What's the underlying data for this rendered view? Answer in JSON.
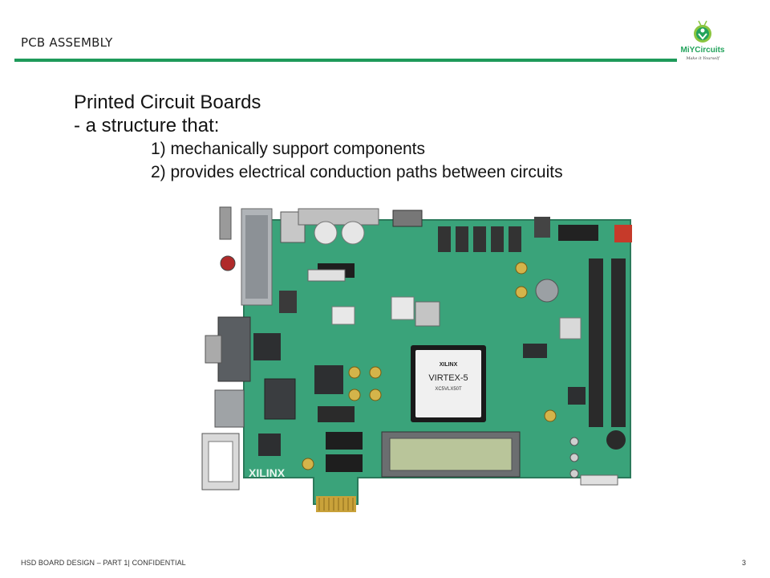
{
  "header": {
    "section_title": "PCB ASSEMBLY",
    "logo": {
      "name": "MiYCircuits",
      "tagline": "Make it Yourself",
      "accent": "#23a35c"
    }
  },
  "body": {
    "heading": "Printed Circuit Boards",
    "intro": "- a structure that:",
    "points": [
      "1) mechanically support components",
      "2) provides electrical conduction paths between circuits"
    ]
  },
  "figure": {
    "chip_brand": "XILINX",
    "chip_model": "VIRTEX-5",
    "chip_part": "XC5VLX50T",
    "board_brand": "XILINX"
  },
  "footer": {
    "text": "HSD BOARD DESIGN – PART 1| CONFIDENTIAL",
    "page_number": "3"
  },
  "colors": {
    "rule": "#1e9a5a",
    "board": "#3aa37a"
  }
}
